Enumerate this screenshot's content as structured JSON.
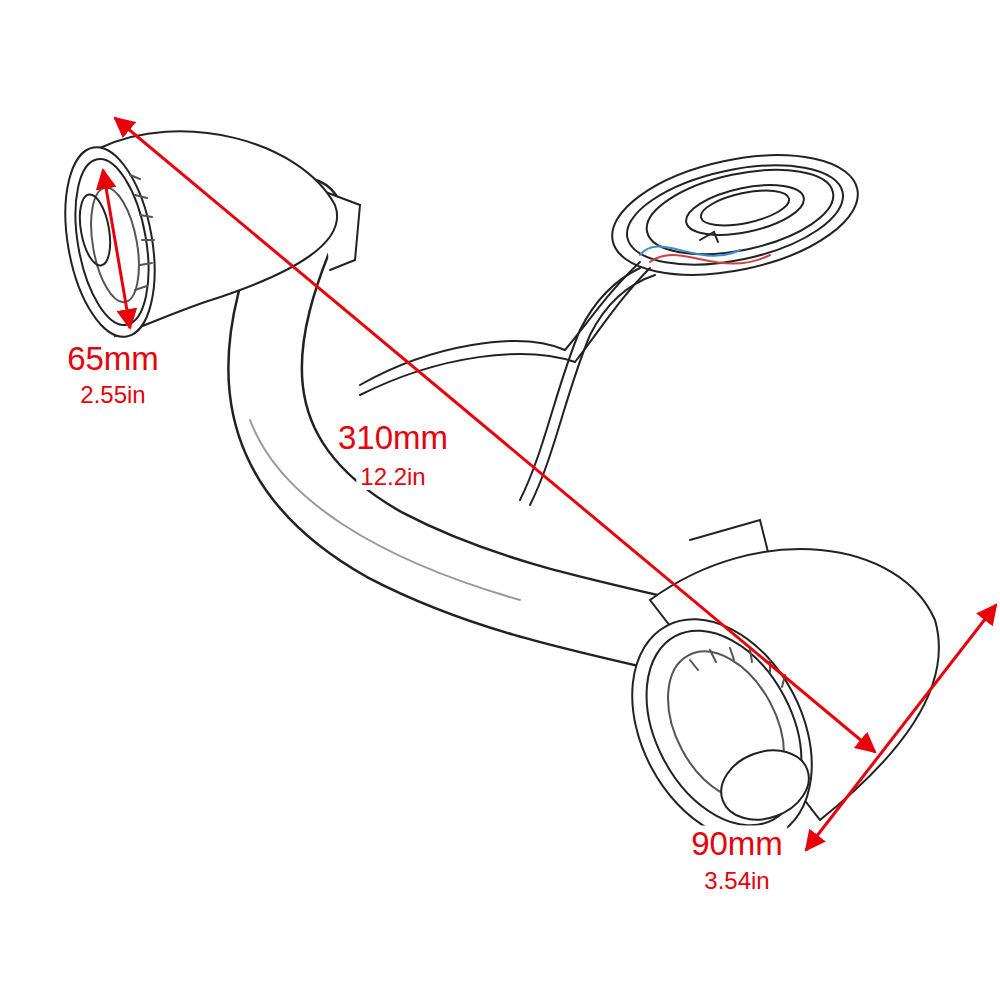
{
  "diagram": {
    "labels": [
      "65mm",
      "2.55in",
      "310mm",
      "12.2in",
      "90mm",
      "3.54in"
    ]
  }
}
